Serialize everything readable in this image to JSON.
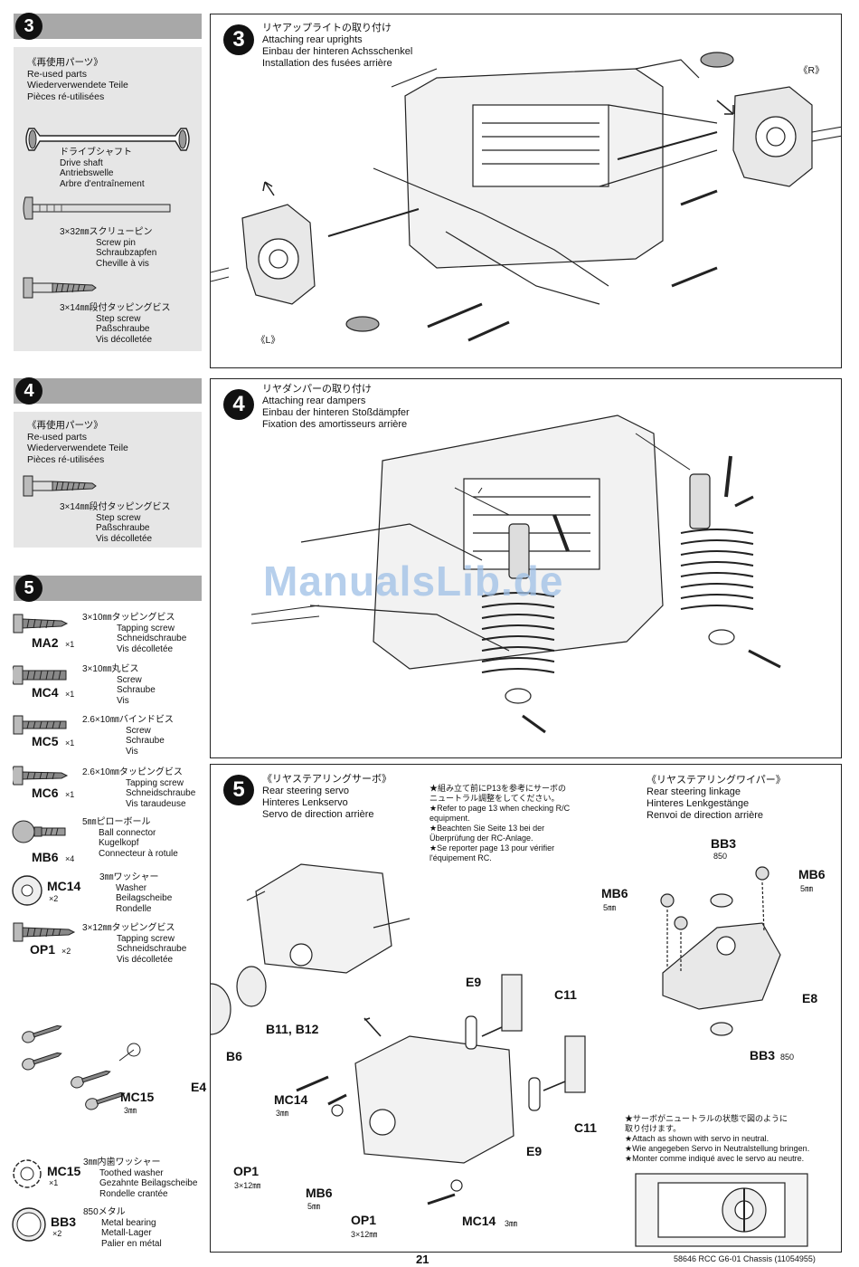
{
  "left": {
    "step3": {
      "num": "3",
      "reused": [
        "《再使用パーツ》",
        "Re-used parts",
        "Wiederverwendete Teile",
        "Pièces ré-utilisées"
      ],
      "drive_shaft": [
        "ドライブシャフト",
        "Drive shaft",
        "Antriebswelle",
        "Arbre d'entraînement"
      ],
      "screw_pin": [
        "3×32㎜スクリューピン",
        "Screw pin",
        "Schraubzapfen",
        "Cheville à vis"
      ],
      "step_screw": [
        "3×14㎜段付タッピングビス",
        "Step screw",
        "Paßschraube",
        "Vis décolletée"
      ]
    },
    "step4": {
      "num": "4",
      "reused": [
        "《再使用パーツ》",
        "Re-used parts",
        "Wiederverwendete Teile",
        "Pièces ré-utilisées"
      ],
      "step_screw": [
        "3×14㎜段付タッピングビス",
        "Step screw",
        "Paßschraube",
        "Vis décolletée"
      ]
    },
    "step5": {
      "num": "5",
      "parts": [
        {
          "code": "MA2",
          "qty": "×1",
          "lines": [
            "3×10㎜タッピングビス",
            "Tapping screw",
            "Schneidschraube",
            "Vis décolletée"
          ]
        },
        {
          "code": "MC4",
          "qty": "×1",
          "lines": [
            "3×10㎜丸ビス",
            "Screw",
            "Schraube",
            "Vis"
          ]
        },
        {
          "code": "MC5",
          "qty": "×1",
          "lines": [
            "2.6×10㎜バインドビス",
            "Screw",
            "Schraube",
            "Vis"
          ]
        },
        {
          "code": "MC6",
          "qty": "×1",
          "lines": [
            "2.6×10㎜タッピングビス",
            "Tapping screw",
            "Schneidschraube",
            "Vis taraudeuse"
          ]
        },
        {
          "code": "MB6",
          "qty": "×4",
          "lines": [
            "5㎜ピローボール",
            "Ball connector",
            "Kugelkopf",
            "Connecteur à rotule"
          ]
        },
        {
          "code": "MC14",
          "qty": "×2",
          "lines": [
            "3㎜ワッシャー",
            "Washer",
            "Beilagscheibe",
            "Rondelle"
          ]
        },
        {
          "code": "OP1",
          "qty": "×2",
          "lines": [
            "3×12㎜タッピングビス",
            "Tapping screw",
            "Schneidschraube",
            "Vis décolletée"
          ]
        }
      ],
      "parts2": [
        {
          "code": "MC15",
          "qty": "×1",
          "lines": [
            "3㎜内歯ワッシャー",
            "Toothed washer",
            "Gezahnte Beilagscheibe",
            "Rondelle crantée"
          ]
        },
        {
          "code": "BB3",
          "qty": "×2",
          "lines": [
            "850メタル",
            "Metal bearing",
            "Metall-Lager",
            "Palier en métal"
          ]
        }
      ]
    }
  },
  "panel3": {
    "num": "3",
    "title": [
      "リヤアップライトの取り付け",
      "Attaching rear uprights",
      "Einbau der hinteren Achsschenkel",
      "Installation des fusées arrière"
    ],
    "label_r": "《R》",
    "label_l": "《L》"
  },
  "panel4": {
    "num": "4",
    "title": [
      "リヤダンパーの取り付け",
      "Attaching rear dampers",
      "Einbau der hinteren Stoßdämpfer",
      "Fixation des amortisseurs arrière"
    ],
    "watermark": "ManualsLib.de"
  },
  "panel5": {
    "num": "5",
    "title": [
      "《リヤステアリングサーボ》",
      "Rear steering servo",
      "Hinteres Lenkservo",
      "Servo de direction arrière"
    ],
    "note": [
      "★組み立て前にP13を参考にサーボの",
      "ニュートラル調整をしてください。",
      "★Refer to page 13 when checking R/C",
      "equipment.",
      "★Beachten Sie Seite 13 bei der",
      "Überprüfung der RC-Anlage.",
      "★Se reporter page 13 pour vérifier",
      "l'équipement RC."
    ],
    "linkage_title": [
      "《リヤステアリングワイパー》",
      "Rear steering linkage",
      "Hinteres Lenkgestänge",
      "Renvoi de direction arrière"
    ],
    "labels": {
      "b11": "B11, B12",
      "b6": "B6",
      "e4": "E4",
      "mc15": "MC15",
      "mc15_size": "3㎜",
      "e9a": "E9",
      "c11a": "C11",
      "c11b": "C11",
      "e9b": "E9",
      "mc14a": "MC14",
      "mc14a_size": "3㎜",
      "op1a": "OP1",
      "op1a_size": "3×12㎜",
      "mb6": "MB6",
      "mb6_size": "5㎜",
      "op1b": "OP1",
      "op1b_size": "3×12㎜",
      "mc14b": "MC14",
      "mc14b_size": "3㎜",
      "bb3a": "BB3",
      "bb3a_size": "850",
      "mb6a": "MB6",
      "mb6a_size": "5㎜",
      "mb6b": "MB6",
      "mb6b_size": "5㎜",
      "e8": "E8",
      "bb3b": "BB3",
      "bb3b_size": "850"
    },
    "neutral_note": [
      "★サーボがニュートラルの状態で図のように",
      "取り付けます。",
      "★Attach as shown with servo in neutral.",
      "★Wie angegeben Servo in Neutralstellung bringen.",
      "★Monter comme indiqué avec le servo au neutre."
    ]
  },
  "footer": {
    "page": "21",
    "code": "58646  RCC G6-01 Chassis (11054955)"
  }
}
